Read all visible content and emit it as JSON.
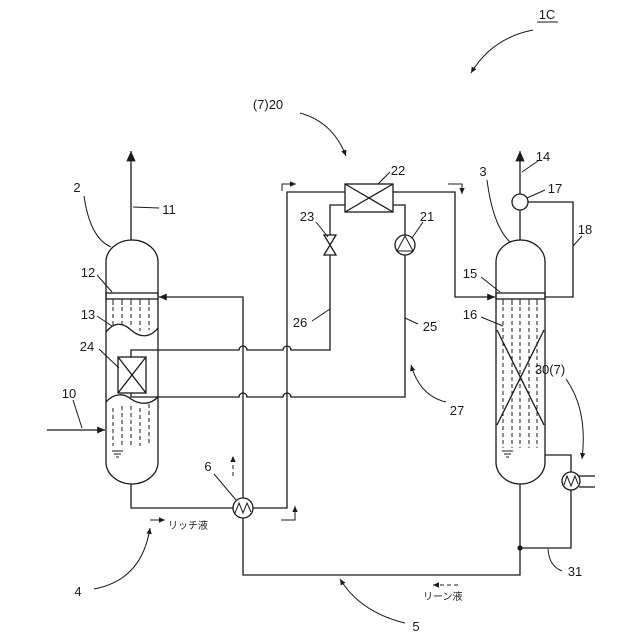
{
  "figure_label": "1C",
  "refs": {
    "r2": "2",
    "r3": "3",
    "r4": "4",
    "r5": "5",
    "r6": "6",
    "r10": "10",
    "r11": "11",
    "r12": "12",
    "r13": "13",
    "r14": "14",
    "r15": "15",
    "r16": "16",
    "r17": "17",
    "r18": "18",
    "r20": "(7)20",
    "r21": "21",
    "r22": "22",
    "r23": "23",
    "r24": "24",
    "r25": "25",
    "r26": "26",
    "r27": "27",
    "r30": "30(7)",
    "r31": "31"
  },
  "flow_labels": {
    "rich": "リッチ液",
    "lean": "リーン液"
  },
  "colors": {
    "line": "#1a1a1a",
    "background": "#ffffff"
  }
}
